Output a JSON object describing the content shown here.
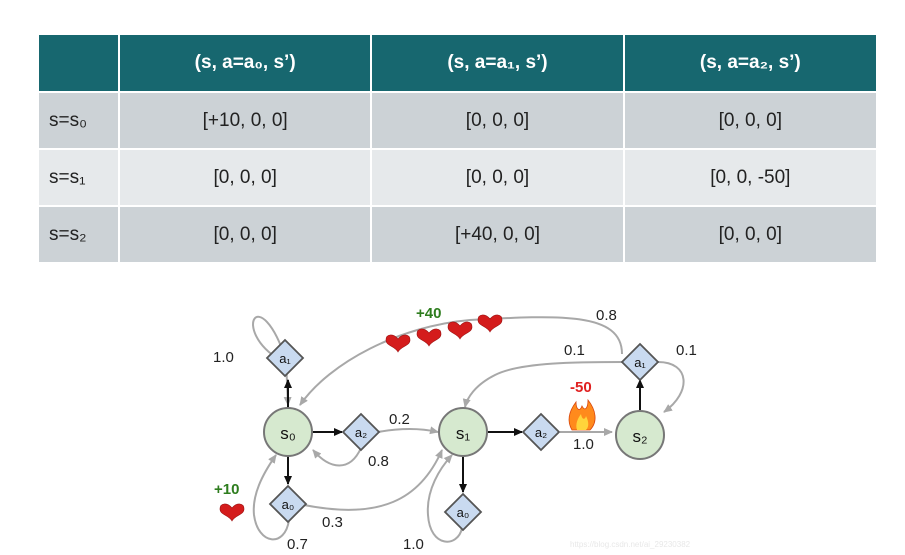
{
  "table": {
    "headers": [
      "",
      "(s, a=a₀, s’)",
      "(s, a=a₁, s’)",
      "(s, a=a₂, s’)"
    ],
    "rows": [
      {
        "label": "s=s₀",
        "cells": [
          "[+10, 0, 0]",
          "[0, 0, 0]",
          "[0, 0, 0]"
        ]
      },
      {
        "label": "s=s₁",
        "cells": [
          "[0, 0, 0]",
          "[0, 0, 0]",
          "[0, 0, -50]"
        ]
      },
      {
        "label": "s=s₂",
        "cells": [
          "[0, 0, 0]",
          "[+40, 0, 0]",
          "[0, 0, 0]"
        ]
      }
    ]
  },
  "diagram": {
    "states": {
      "s0": "s₀",
      "s1": "s₁",
      "s2": "s₂"
    },
    "actions": {
      "a0": "a₀",
      "a1": "a₁",
      "a2": "a₂"
    },
    "probabilities": {
      "s0_a1_self": "1.0",
      "s0_a2_to_s1": "0.2",
      "s0_a2_to_s0": "0.8",
      "s0_a0_to_s1": "0.3",
      "s0_a0_to_s0": "0.7",
      "s1_a0_self": "1.0",
      "s1_a2_to_s2": "1.0",
      "s2_a1_to_s0": "0.8",
      "s2_a1_to_s1": "0.1",
      "s2_a1_self": "0.1"
    },
    "rewards": {
      "plus40": "+40",
      "plus10": "+10",
      "minus50": "-50"
    },
    "watermark": "https://blog.csdn.net/ai_29230382",
    "colors": {
      "state_fill": "#d6e9cf",
      "action_fill": "#c9daf0",
      "edge": "#a8a8a8",
      "positive": "#2e7d1e",
      "negative": "#e02020",
      "heart": "#d41c1c"
    }
  }
}
